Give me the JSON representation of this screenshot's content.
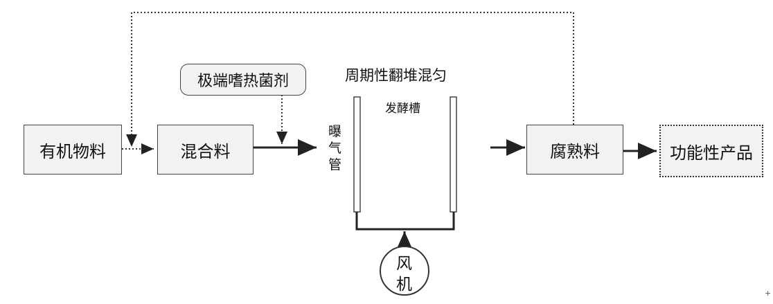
{
  "nodes": {
    "organic_material": "有机物料",
    "mixture": "混合料",
    "thermophilic_agent": "极端嗜热菌剂",
    "turning_label": "周期性翻堆混匀",
    "fermentation_tank": "发酵槽",
    "aeration_pipe": "曝气管",
    "blower_line1": "风",
    "blower_line2": "机",
    "composted_material": "腐熟料",
    "functional_product": "功能性产品"
  },
  "colors": {
    "box_fill": "#f2f2f2",
    "border": "#444444",
    "line": "#222222"
  }
}
